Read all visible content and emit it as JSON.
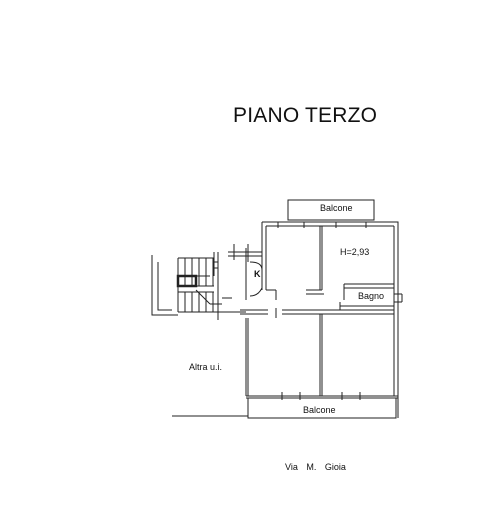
{
  "title": "PIANO TERZO",
  "rooms": {
    "balcone_top": "Balcone",
    "height": "H=2,93",
    "kitchen": "K",
    "bagno": "Bagno",
    "altra": "Altra u.i.",
    "balcone_bottom": "Balcone"
  },
  "street": "Via M. Gioia"
}
